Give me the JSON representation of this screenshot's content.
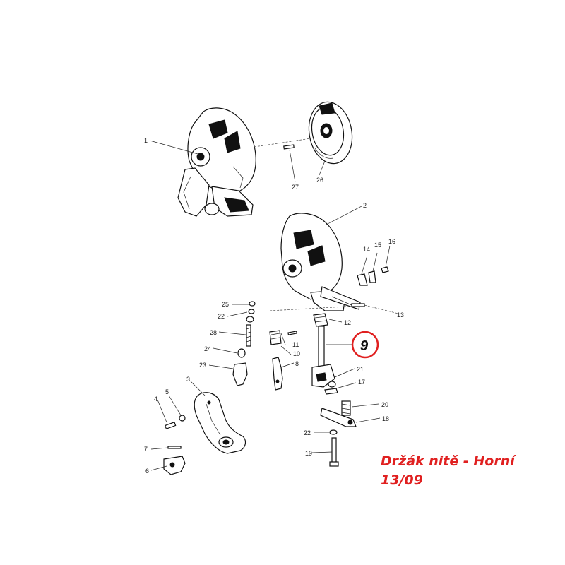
{
  "diagram": {
    "part_labels": [
      "1",
      "2",
      "3",
      "4",
      "5",
      "6",
      "7",
      "8",
      "10",
      "11",
      "12",
      "13",
      "14",
      "15",
      "16",
      "17",
      "18",
      "19",
      "20",
      "21",
      "22",
      "22",
      "23",
      "24",
      "25",
      "26",
      "27",
      "28"
    ],
    "highlighted_part": "9",
    "highlight_color": "#e02020"
  },
  "caption": {
    "line1": "Držák nitě - Horní",
    "line2": "13/09",
    "color": "#e02020"
  }
}
